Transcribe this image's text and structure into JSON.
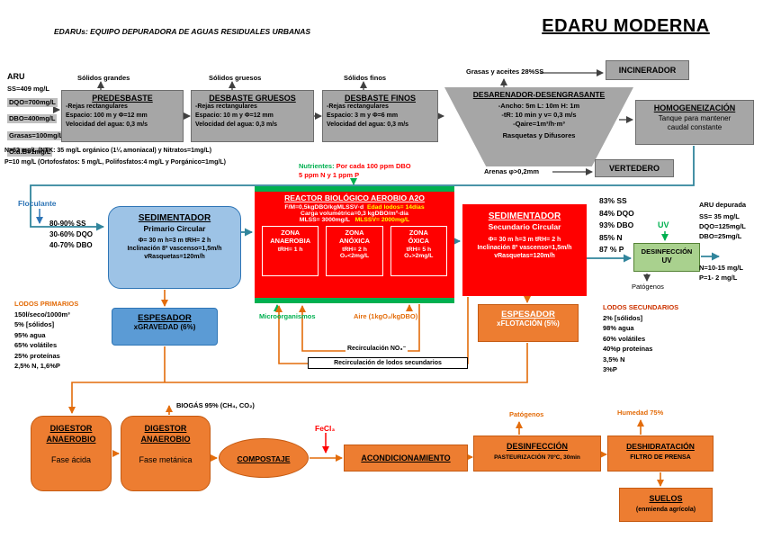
{
  "header": {
    "subtitle": "EDARUs: EQUIPO DEPURADORA DE AGUAS RESIDUALES URBANAS",
    "title": "EDARU MODERNA"
  },
  "aru": {
    "title": "ARU",
    "ss": "SS=409 mg/L",
    "dqo": "DQO=700mg/L",
    "dbo": "DBO=400mg/L",
    "grasas": "Grasas=100mg/L",
    "od": "O.d.B=1mg/L",
    "n_line": "N=62 mg/L (NTK: 35 mg/L orgánico (1¼ amoniacal) y Nitratos=1mg/L)",
    "p_line": "P=10 mg/L (Ortofosfatos: 5 mg/L, Polifosfatos:4 mg/L y Porgánico=1mg/L)"
  },
  "predesbaste": {
    "label_above": "Sólidos grandes",
    "title": "PREDESBASTE",
    "lines": [
      "-Rejas rectangulares",
      "Espacio: 100 m y Φ=12 mm",
      "Velocidad del agua: 0,3 m/s"
    ]
  },
  "desbaste_gruesos": {
    "label_above": "Sólidos gruesos",
    "title": "DESBASTE GRUESOS",
    "lines": [
      "-Rejas rectangulares",
      "Espacio: 10 m y Φ=12 mm",
      "Velocidad del agua: 0,3 m/s"
    ]
  },
  "desbaste_finos": {
    "label_above": "Sólidos finos",
    "title": "DESBASTE FINOS",
    "lines": [
      "-Rejas rectangulares",
      "Espacio: 3 m y Φ=6 mm",
      "Velocidad del agua: 0,3 m/s"
    ]
  },
  "desarenador": {
    "label_above": "Grasas y aceites 28%SS",
    "title": "DESARENADOR-DESENGRASANTE",
    "lines": [
      "-Ancho: 5m   L: 10m   H: 1m",
      "-tR: 10 min y v= 0,3 m/s",
      "-Qaire=1m³/h·m³",
      "Rasquetas y Difusores"
    ],
    "label_below": "Arenas φ>0,2mm"
  },
  "incinerador": {
    "title": "INCINERADOR"
  },
  "homogeneizacion": {
    "title": "HOMOGENEIZACIÓN",
    "line1": "Tanque para mantener",
    "line2": "caudal constante"
  },
  "vertedero": {
    "title": "VERTEDERO"
  },
  "nutrientes": {
    "label": "Nutrientes:",
    "line1": " Por cada 100 ppm DBO",
    "line2": "5 ppm N y 1 ppm P"
  },
  "floculante": "Floculante",
  "remocion_primaria": [
    "80-90% SS",
    "30-60% DQO",
    "40-70% DBO"
  ],
  "sedimentador_primario": {
    "title": "SEDIMENTADOR",
    "subtitle": "Primario Circular",
    "lines": [
      "Φ= 30 m    h=3 m    tRH= 2 h",
      "Inclinación 8º   vascenso=1,5m/h",
      "vRasquetas=120m/h"
    ]
  },
  "reactor": {
    "title": "REACTOR BIOLÓGICO AEROBIO A2O",
    "line1": "F/M=0,5kgDBO/kgMLSSV·d",
    "line1b": "Edad lodos= 14días",
    "line2": "Carga volumétrica=0,3 kgDBO/m³·día",
    "line3a": "MLSS= 3000mg/L",
    "line3b": "MLSSV= 2000mg/L",
    "zonas": [
      {
        "t1": "ZONA",
        "t2": "ANAEROBIA",
        "l1": "tRH= 1 h",
        "l2": ""
      },
      {
        "t1": "ZONA",
        "t2": "ANÓXICA",
        "l1": "tRH= 2 h",
        "l2": "O₂<2mg/L"
      },
      {
        "t1": "ZONA",
        "t2": "ÓXICA",
        "l1": "tRH= 5 h",
        "l2": "O₂>2mg/L"
      }
    ]
  },
  "microorganismos": "Microorganismos",
  "aire": "Aire (1kgO₂/kgDBO)",
  "sedimentador_secundario": {
    "title": "SEDIMENTADOR",
    "subtitle": "Secundario Circular",
    "lines": [
      "Φ= 30 m   h=3 m   tRH= 2 h",
      "Inclinación 8º  vascenso=1,5m/h",
      "vRasquetas=120m/h"
    ]
  },
  "remocion_secundaria": [
    "83% SS",
    "84% DQO",
    "93% DBO",
    "85% N",
    "87 % P"
  ],
  "uv": {
    "label": "UV",
    "title": "DESINFECCIÓN",
    "subtitle": "UV",
    "below": "Patógenos"
  },
  "aru_depurada": {
    "title": "ARU depurada",
    "lines": [
      "SS= 35 mg/L",
      "DQO=125mg/L",
      "DBO=25mg/L"
    ],
    "lines2": [
      "N=10-15 mg/L",
      "P=1- 2 mg/L"
    ]
  },
  "lodos_primarios": {
    "title": "LODOS PRIMARIOS",
    "lines": [
      "150l/seco/1000m³",
      "5% [sólidos]",
      "95% agua",
      "65% volátiles",
      "25% proteínas",
      "2,5% N, 1,6%P"
    ]
  },
  "espesador_gravedad": {
    "title": "ESPESADOR",
    "subtitle": "xGRAVEDAD (6%)"
  },
  "espesador_flotacion": {
    "title": "ESPESADOR",
    "subtitle": "xFLOTACIÓN (5%)"
  },
  "lodos_secundarios": {
    "title": "LODOS SECUNDARIOS",
    "lines": [
      "2% [sólidos]",
      "98% agua",
      "60% volátiles",
      "40%p proteínas",
      "3,5% N",
      "3%P"
    ]
  },
  "recirculacion_no3": "Recirculación NO₃⁻",
  "recirculacion_lodos": "Recirculación de  lodos secundarios",
  "biogas": "BIOGÁS 95% (CH₄, CO₂)",
  "digestor_1": {
    "title1": "DIGESTOR",
    "title2": "ANAEROBIO",
    "subtitle": "Fase ácida"
  },
  "digestor_2": {
    "title1": "DIGESTOR",
    "title2": "ANAEROBIO",
    "subtitle": "Fase metánica"
  },
  "compostaje": "COMPOSTAJE",
  "fecl3": "FeCl₃",
  "acondicionamiento": "ACONDICIONAMIENTO",
  "desinfeccion": {
    "above": "Patógenos",
    "title": "DESINFECCIÓN",
    "subtitle": "PASTEURIZACIÓN 70ºC, 30min"
  },
  "deshidratacion": {
    "above": "Humedad 75%",
    "title": "DESHIDRATACIÓN",
    "subtitle": "FILTRO DE PRENSA"
  },
  "suelos": {
    "title": "SUELOS",
    "subtitle": "(enmienda agrícola)"
  },
  "colors": {
    "gray_box": "#a6a6a6",
    "blue_light": "#9dc3e6",
    "blue_mid": "#5b9bd5",
    "red_box": "#ff0000",
    "green": "#00b050",
    "orange_box": "#ed7d31",
    "uv_green": "#a9d18e",
    "water_line": "#31859c",
    "orange_text": "#e36c0a"
  }
}
